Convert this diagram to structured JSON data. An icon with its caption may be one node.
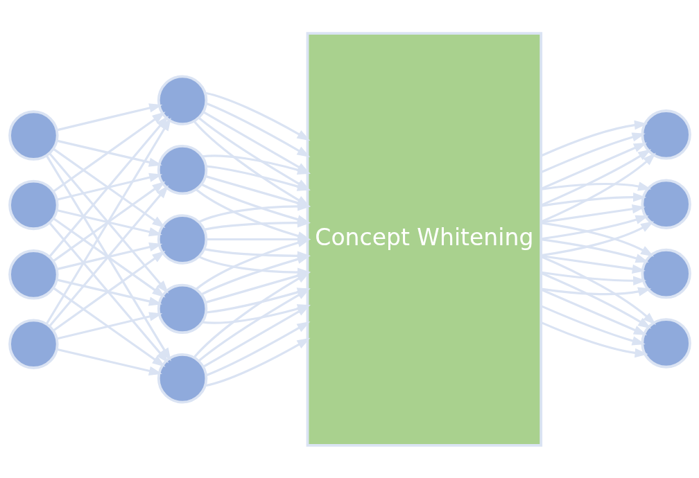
{
  "diagram": {
    "nodes": [
      {
        "text": [],
        "shape": "circle"
      },
      {
        "text": [],
        "shape": "circle"
      },
      {
        "text": [],
        "shape": "circle"
      },
      {
        "text": [],
        "shape": "circle"
      },
      {
        "text": [],
        "shape": "circle"
      },
      {
        "text": [],
        "shape": "circle"
      },
      {
        "text": [],
        "shape": "circle"
      },
      {
        "text": [],
        "shape": "circle"
      },
      {
        "text": [],
        "shape": "circle"
      },
      {
        "text": [
          "Concept Whitening"
        ]
      },
      {
        "text": [],
        "shape": "circle"
      },
      {
        "text": [],
        "shape": "circle"
      },
      {
        "text": [],
        "shape": "circle"
      },
      {
        "text": [],
        "shape": "circle"
      }
    ],
    "edges": [
      {
        "from": 0,
        "to": 4,
        "arrow": "to"
      },
      {
        "from": 0,
        "to": 5,
        "arrow": "to"
      },
      {
        "from": 0,
        "to": 6,
        "arrow": "to"
      },
      {
        "from": 0,
        "to": 7,
        "arrow": "to"
      },
      {
        "from": 0,
        "to": 8,
        "arrow": "to"
      },
      {
        "from": 1,
        "to": 4,
        "arrow": "to"
      },
      {
        "from": 1,
        "to": 5,
        "arrow": "to"
      },
      {
        "from": 1,
        "to": 6,
        "arrow": "to"
      },
      {
        "from": 1,
        "to": 7,
        "arrow": "to"
      },
      {
        "from": 1,
        "to": 8,
        "arrow": "to"
      },
      {
        "from": 2,
        "to": 4,
        "arrow": "to"
      },
      {
        "from": 2,
        "to": 5,
        "arrow": "to"
      },
      {
        "from": 2,
        "to": 6,
        "arrow": "to"
      },
      {
        "from": 2,
        "to": 7,
        "arrow": "to"
      },
      {
        "from": 2,
        "to": 8,
        "arrow": "to"
      },
      {
        "from": 3,
        "to": 4,
        "arrow": "to"
      },
      {
        "from": 3,
        "to": 5,
        "arrow": "to"
      },
      {
        "from": 3,
        "to": 6,
        "arrow": "to"
      },
      {
        "from": 3,
        "to": 7,
        "arrow": "to"
      },
      {
        "from": 3,
        "to": 8,
        "arrow": "to"
      },
      {
        "from": 4,
        "to": 9,
        "arrow": "to"
      },
      {
        "from": 4,
        "to": 9,
        "arrow": "to"
      },
      {
        "from": 4,
        "to": 9,
        "arrow": "to"
      },
      {
        "from": 4,
        "to": 9,
        "arrow": "to"
      },
      {
        "from": 4,
        "to": 9,
        "arrow": "to"
      },
      {
        "from": 5,
        "to": 9,
        "arrow": "to"
      },
      {
        "from": 5,
        "to": 9,
        "arrow": "to"
      },
      {
        "from": 5,
        "to": 9,
        "arrow": "to"
      },
      {
        "from": 5,
        "to": 9,
        "arrow": "to"
      },
      {
        "from": 5,
        "to": 9,
        "arrow": "to"
      },
      {
        "from": 6,
        "to": 9,
        "arrow": "to"
      },
      {
        "from": 6,
        "to": 9,
        "arrow": "to"
      },
      {
        "from": 6,
        "to": 9,
        "arrow": "to"
      },
      {
        "from": 6,
        "to": 9,
        "arrow": "to"
      },
      {
        "from": 6,
        "to": 9,
        "arrow": "to"
      },
      {
        "from": 7,
        "to": 9,
        "arrow": "to"
      },
      {
        "from": 7,
        "to": 9,
        "arrow": "to"
      },
      {
        "from": 7,
        "to": 9,
        "arrow": "to"
      },
      {
        "from": 7,
        "to": 9,
        "arrow": "to"
      },
      {
        "from": 7,
        "to": 9,
        "arrow": "to"
      },
      {
        "from": 8,
        "to": 9,
        "arrow": "to"
      },
      {
        "from": 8,
        "to": 9,
        "arrow": "to"
      },
      {
        "from": 8,
        "to": 9,
        "arrow": "to"
      },
      {
        "from": 8,
        "to": 9,
        "arrow": "to"
      },
      {
        "from": 8,
        "to": 9,
        "arrow": "to"
      },
      {
        "from": 9,
        "to": 10,
        "arrow": "to"
      },
      {
        "from": 9,
        "to": 10,
        "arrow": "to"
      },
      {
        "from": 9,
        "to": 10,
        "arrow": "to"
      },
      {
        "from": 9,
        "to": 10,
        "arrow": "to"
      },
      {
        "from": 9,
        "to": 10,
        "arrow": "to"
      },
      {
        "from": 9,
        "to": 11,
        "arrow": "to"
      },
      {
        "from": 9,
        "to": 11,
        "arrow": "to"
      },
      {
        "from": 9,
        "to": 11,
        "arrow": "to"
      },
      {
        "from": 9,
        "to": 11,
        "arrow": "to"
      },
      {
        "from": 9,
        "to": 11,
        "arrow": "to"
      },
      {
        "from": 9,
        "to": 12,
        "arrow": "to"
      },
      {
        "from": 9,
        "to": 12,
        "arrow": "to"
      },
      {
        "from": 9,
        "to": 12,
        "arrow": "to"
      },
      {
        "from": 9,
        "to": 12,
        "arrow": "to"
      },
      {
        "from": 9,
        "to": 12,
        "arrow": "to"
      },
      {
        "from": 9,
        "to": 13,
        "arrow": "to"
      },
      {
        "from": 9,
        "to": 13,
        "arrow": "to"
      },
      {
        "from": 9,
        "to": 13,
        "arrow": "to"
      },
      {
        "from": 9,
        "to": 13,
        "arrow": "to"
      },
      {
        "from": 9,
        "to": 13,
        "arrow": "to"
      }
    ]
  }
}
